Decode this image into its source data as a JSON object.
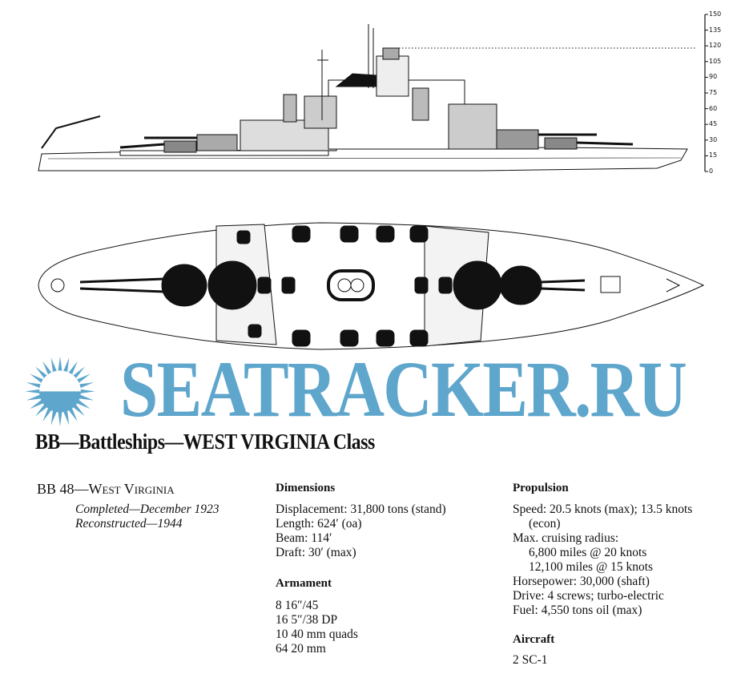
{
  "scale": {
    "ticks": [
      0,
      15,
      30,
      45,
      60,
      75,
      90,
      105,
      120,
      135,
      150
    ]
  },
  "title": "BB—Battleships—WEST VIRGINIA Class",
  "ship": {
    "designation": "BB 48—",
    "name": "West Virginia",
    "completed": "Completed—December 1923",
    "reconstructed": "Reconstructed—1944"
  },
  "dimensions": {
    "heading": "Dimensions",
    "lines": [
      "Displacement: 31,800 tons (stand)",
      "Length: 624′ (oa)",
      "Beam: 114′",
      "Draft: 30′ (max)"
    ]
  },
  "armament": {
    "heading": "Armament",
    "lines": [
      "8  16″/45",
      "16 5″/38 DP",
      "10 40 mm quads",
      "64 20 mm"
    ]
  },
  "propulsion": {
    "heading": "Propulsion",
    "lines": [
      "Speed: 20.5 knots (max); 13.5 knots",
      "(econ)",
      "Max. cruising radius:",
      "6,800 miles @ 20 knots",
      "12,100 miles @  15 knots",
      "Horsepower: 30,000 (shaft)",
      "Drive: 4 screws; turbo-electric",
      "Fuel: 4,550 tons oil (max)"
    ]
  },
  "aircraft": {
    "heading": "Aircraft",
    "lines": [
      "2 SC-1"
    ]
  },
  "watermark": {
    "text": "SEATRACKER.RU",
    "color": "#5fa6cc"
  }
}
